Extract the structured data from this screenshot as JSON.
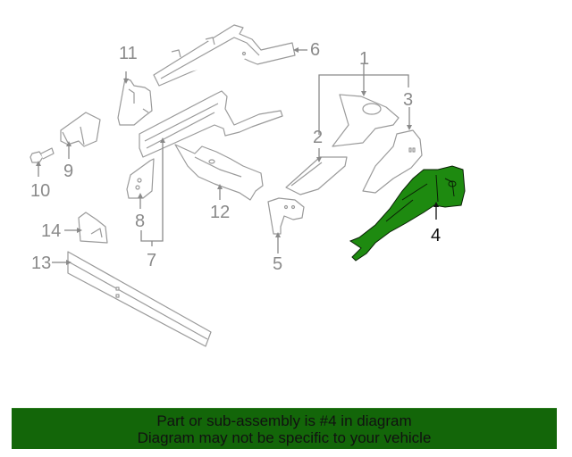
{
  "diagram": {
    "title": "Front structural components exploded diagram",
    "highlight_color": "#1e8a10",
    "line_color": "#9a9a9a",
    "highlighted_part": "4",
    "callouts": [
      {
        "id": "1",
        "label": "1"
      },
      {
        "id": "2",
        "label": "2"
      },
      {
        "id": "3",
        "label": "3"
      },
      {
        "id": "4",
        "label": "4"
      },
      {
        "id": "5",
        "label": "5"
      },
      {
        "id": "6",
        "label": "6"
      },
      {
        "id": "7",
        "label": "7"
      },
      {
        "id": "8",
        "label": "8"
      },
      {
        "id": "9",
        "label": "9"
      },
      {
        "id": "10",
        "label": "10"
      },
      {
        "id": "11",
        "label": "11"
      },
      {
        "id": "12",
        "label": "12"
      },
      {
        "id": "13",
        "label": "13"
      },
      {
        "id": "14",
        "label": "14"
      }
    ]
  },
  "banner": {
    "background": "#136609",
    "line1": "Part or sub-assembly is #4 in diagram",
    "line2": "Diagram may not be specific to your vehicle"
  }
}
